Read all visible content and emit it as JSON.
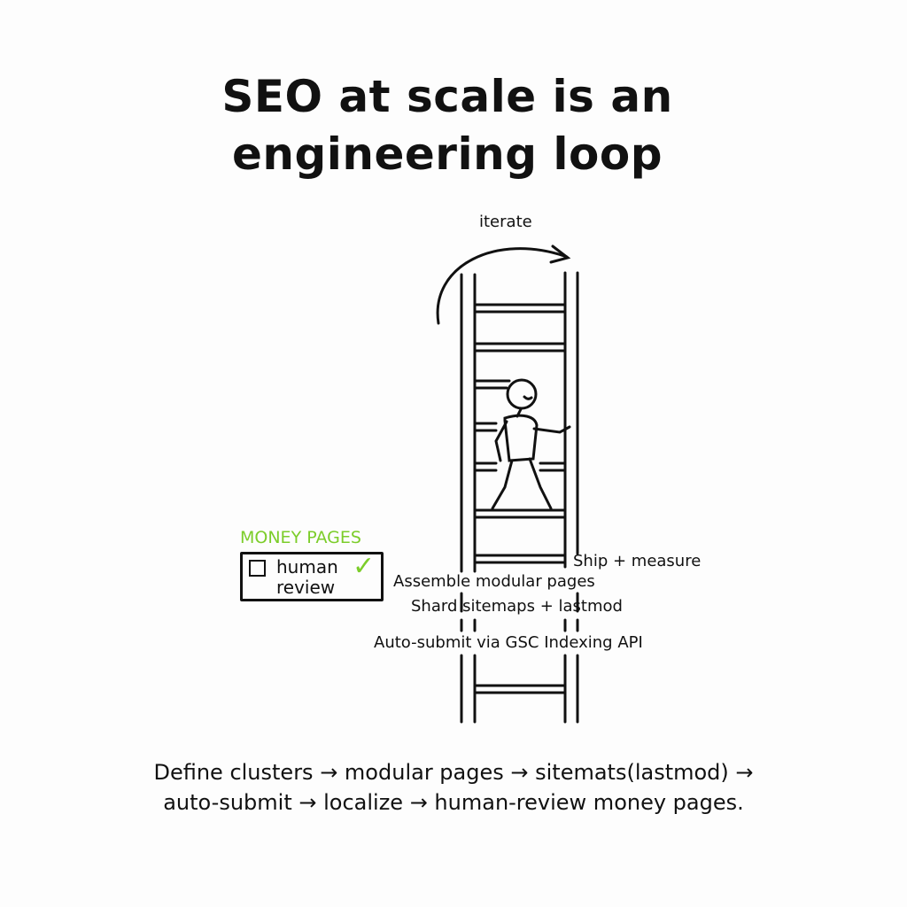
{
  "title": {
    "line1": "SEO at scale is an",
    "line2": "engineering loop"
  },
  "loop_label": "iterate",
  "money_pages": {
    "heading": "MONEY PAGES",
    "checkbox_label_line1": "human",
    "checkbox_label_line2": "review",
    "checked": false,
    "accent_color": "#7ccd2a"
  },
  "steps": {
    "ship": "Ship + measure",
    "assemble": "Assemble modular pages",
    "shard": "Shard sitemaps + lastmod",
    "submit": "Auto-submit via GSC Indexing API"
  },
  "caption": {
    "line1": "Define clusters → modular pages → sitemats(lastmod) →",
    "line2": "auto-submit → localize → human-review money pages."
  }
}
